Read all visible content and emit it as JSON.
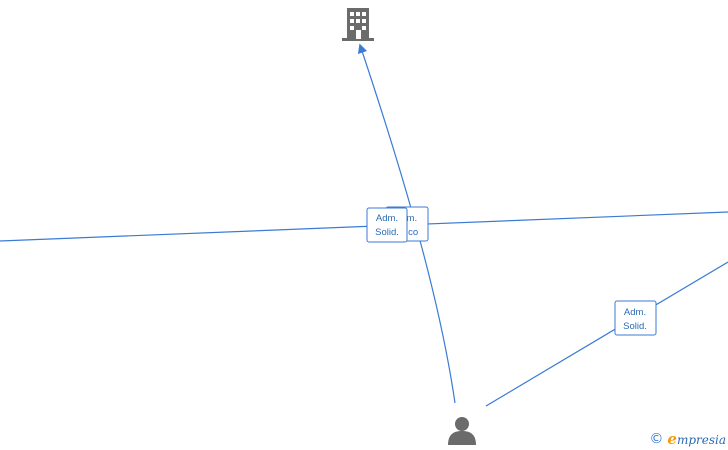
{
  "nodes": {
    "company": {
      "icon": "building-icon"
    },
    "person": {
      "icon": "person-icon"
    }
  },
  "edge_labels": [
    {
      "id": "label-hidden",
      "line1": "Adm.",
      "line2": "Único",
      "visible_line1": "m.",
      "visible_line2": "ico"
    },
    {
      "id": "label-front",
      "line1": "Adm.",
      "line2": "Solid."
    },
    {
      "id": "label-right",
      "line1": "Adm.",
      "line2": "Solid."
    }
  ],
  "watermark": {
    "copyright_symbol": "©",
    "brand_initial": "e",
    "brand_rest": "mpresia"
  },
  "colors": {
    "edge": "#3a7bd5",
    "icon": "#6b6b6b",
    "brand_accent": "#f39c12"
  }
}
